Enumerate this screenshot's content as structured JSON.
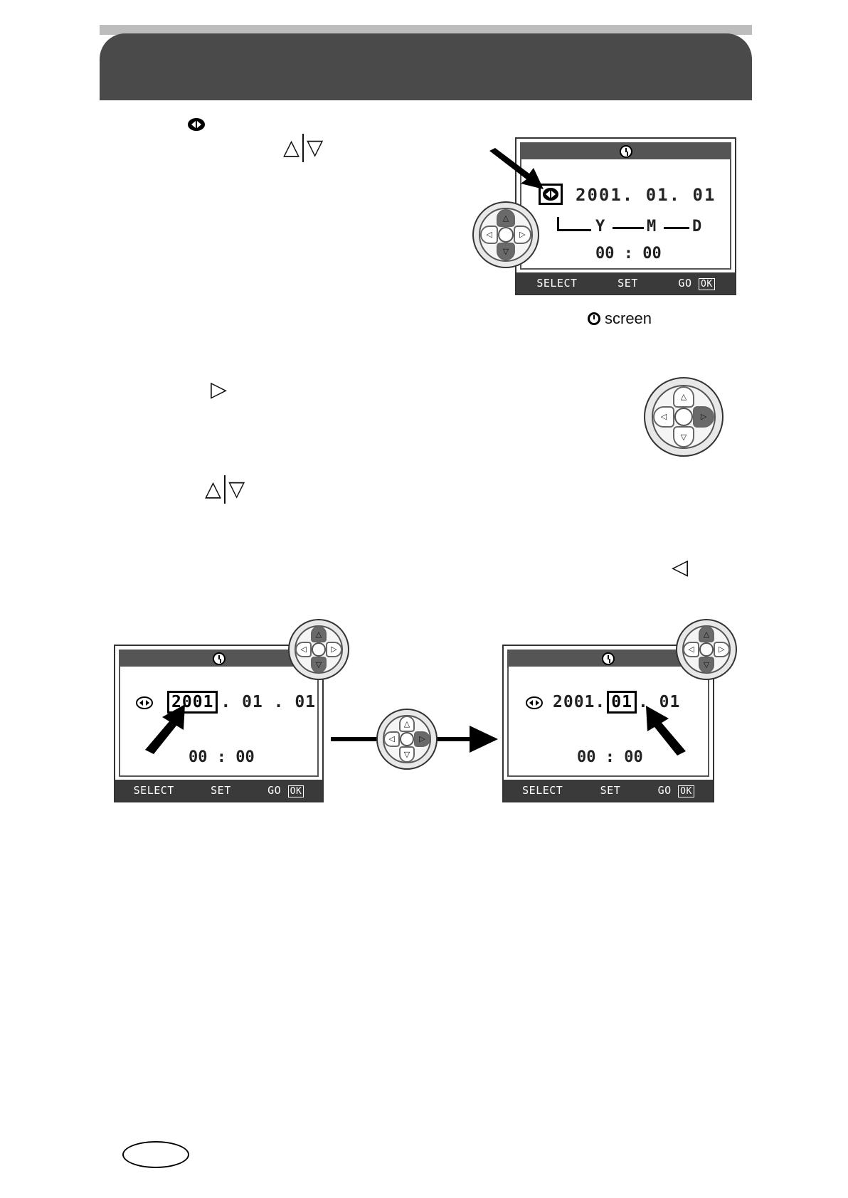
{
  "icons": {
    "recycle": "sync-arrows-icon",
    "clock": "clock-icon"
  },
  "step1": {
    "glyph_up": "△",
    "glyph_down": "▽"
  },
  "step2": {
    "glyph_right": "▷"
  },
  "step3": {
    "glyph_up": "△",
    "glyph_down": "▽"
  },
  "step4": {
    "glyph_left": "◁"
  },
  "screen_main": {
    "date": "2001. 01. 01",
    "y": "Y",
    "m": "M",
    "d": "D",
    "time": "00 : 00",
    "footer_select": "SELECT",
    "footer_set": "SET",
    "footer_go": "GO",
    "footer_ok": "OK"
  },
  "caption": {
    "text": "screen"
  },
  "screen_left": {
    "year": "2001",
    "rest": ". 01 . 01",
    "time": "00 : 00",
    "footer_select": "SELECT",
    "footer_set": "SET",
    "footer_go": "GO",
    "footer_ok": "OK"
  },
  "screen_right": {
    "year": "2001.",
    "month": "01",
    "day": ". 01",
    "time": "00 : 00",
    "footer_select": "SELECT",
    "footer_set": "SET",
    "footer_go": "GO",
    "footer_ok": "OK"
  },
  "dpad_keys": {
    "up": "△",
    "down": "▽",
    "left": "◁",
    "right": "▷"
  }
}
